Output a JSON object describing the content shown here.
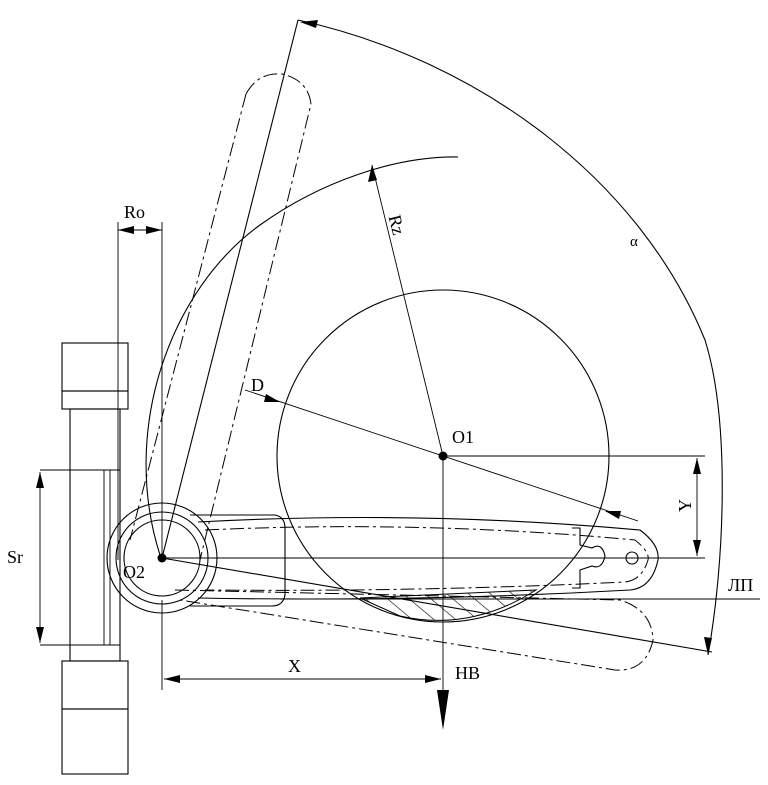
{
  "labels": {
    "ro": "Ro",
    "rz": "Rz",
    "d": "D",
    "o1": "O1",
    "o2": "O2",
    "sr": "Sr",
    "x": "X",
    "y": "Y",
    "hb": "HB",
    "lp": "ЛП",
    "alpha": "α"
  }
}
